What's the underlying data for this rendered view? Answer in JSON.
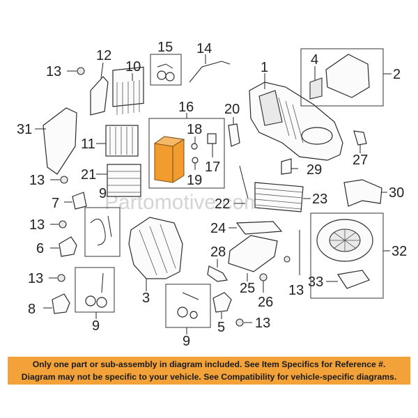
{
  "diagram": {
    "callouts": [
      "1",
      "2",
      "3",
      "4",
      "5",
      "6",
      "7",
      "8",
      "9",
      "10",
      "11",
      "12",
      "13",
      "14",
      "15",
      "16",
      "17",
      "18",
      "19",
      "20",
      "21",
      "22",
      "23",
      "24",
      "25",
      "26",
      "27",
      "28",
      "29",
      "30",
      "31",
      "32",
      "33"
    ],
    "watermark": "Partomotive.com",
    "highlight_color": "#f29b2f"
  },
  "banner": {
    "line1": "Only one part or sub-assembly in diagram included. See Item Specifics for Reference #.",
    "line2": "Diagram may not be specific to your vehicle. See Compatibility for vehicle-specific diagrams.",
    "background": "#f2a238"
  }
}
